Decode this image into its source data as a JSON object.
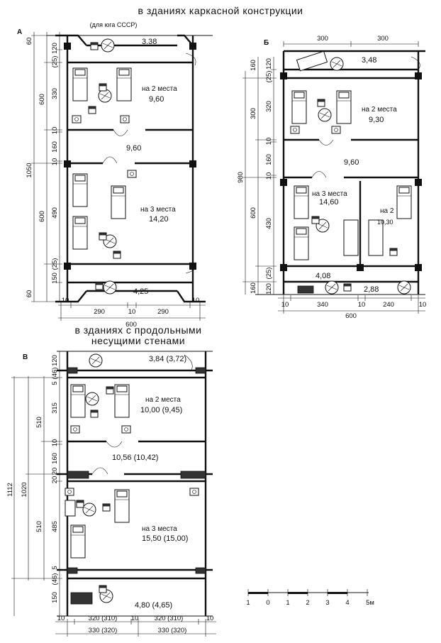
{
  "titles": {
    "frame": "в зданиях каркасной конструкции",
    "frame_sub": "(для юга СССР)",
    "bearing_line1": "в зданиях с продольными",
    "bearing_line2": "несущими стенами"
  },
  "plan_a": {
    "letter": "А",
    "areas": {
      "top": "3.38",
      "corridor": "9,60",
      "bottom": "4,25"
    },
    "room2": {
      "label": "на 2 места",
      "area": "9,60"
    },
    "room3": {
      "label": "на 3 места",
      "area": "14,20"
    },
    "dims_left": [
      "60",
      "120",
      "(25)",
      "330",
      "10",
      "160",
      "10",
      "490",
      "(25)",
      "150",
      "60"
    ],
    "dims_outer": [
      "600",
      "600"
    ],
    "dim_total": "1050",
    "dims_bottom": [
      "10",
      "290",
      "10",
      "290",
      "10"
    ],
    "dim_bottom_total": "600"
  },
  "plan_b": {
    "letter": "Б",
    "dims_top": [
      "300",
      "300"
    ],
    "areas": {
      "top": "3,48",
      "corridor": "9,60",
      "bottom_left": "4,08",
      "bottom_right": "2,88"
    },
    "room2": {
      "label": "на 2 места",
      "area": "9,30"
    },
    "room3": {
      "label": "на 3 места",
      "area": "14,60"
    },
    "room2b": {
      "label": "на 2",
      "area": "10,30"
    },
    "dims_left": [
      "160",
      "120",
      "(25)",
      "320",
      "10",
      "160",
      "10",
      "430",
      "(25)",
      "120",
      "160"
    ],
    "dims_outer": [
      "300",
      "600"
    ],
    "dim_total": "980",
    "dims_bottom": [
      "10",
      "340",
      "10",
      "240",
      "10"
    ],
    "dim_bottom_total": "600"
  },
  "plan_v": {
    "letter": "В",
    "areas": {
      "top": "3,84 (3,72)",
      "corridor": "10,56 (10,42)",
      "bottom": "4,80 (4,65)"
    },
    "room2": {
      "label": "на 2 места",
      "area": "10,00 (9,45)"
    },
    "room3": {
      "label": "на 3 места",
      "area": "15,50 (15,00)"
    },
    "dims_left": [
      "120",
      "(46)",
      "5",
      "315",
      "10",
      "160",
      "20",
      "20",
      "485",
      "5",
      "(46)",
      "150"
    ],
    "dims_outer": [
      "510",
      "510"
    ],
    "dim_total_inner": "1020",
    "dim_total": "1112",
    "dims_bottom_1": [
      "10",
      "320 (310)",
      "10",
      "320 (310)",
      "10"
    ],
    "dims_bottom_2": [
      "330 (320)",
      "330 (320)"
    ]
  },
  "scale": {
    "ticks": [
      "1",
      "0",
      "1",
      "2",
      "3",
      "4",
      "5м"
    ]
  }
}
